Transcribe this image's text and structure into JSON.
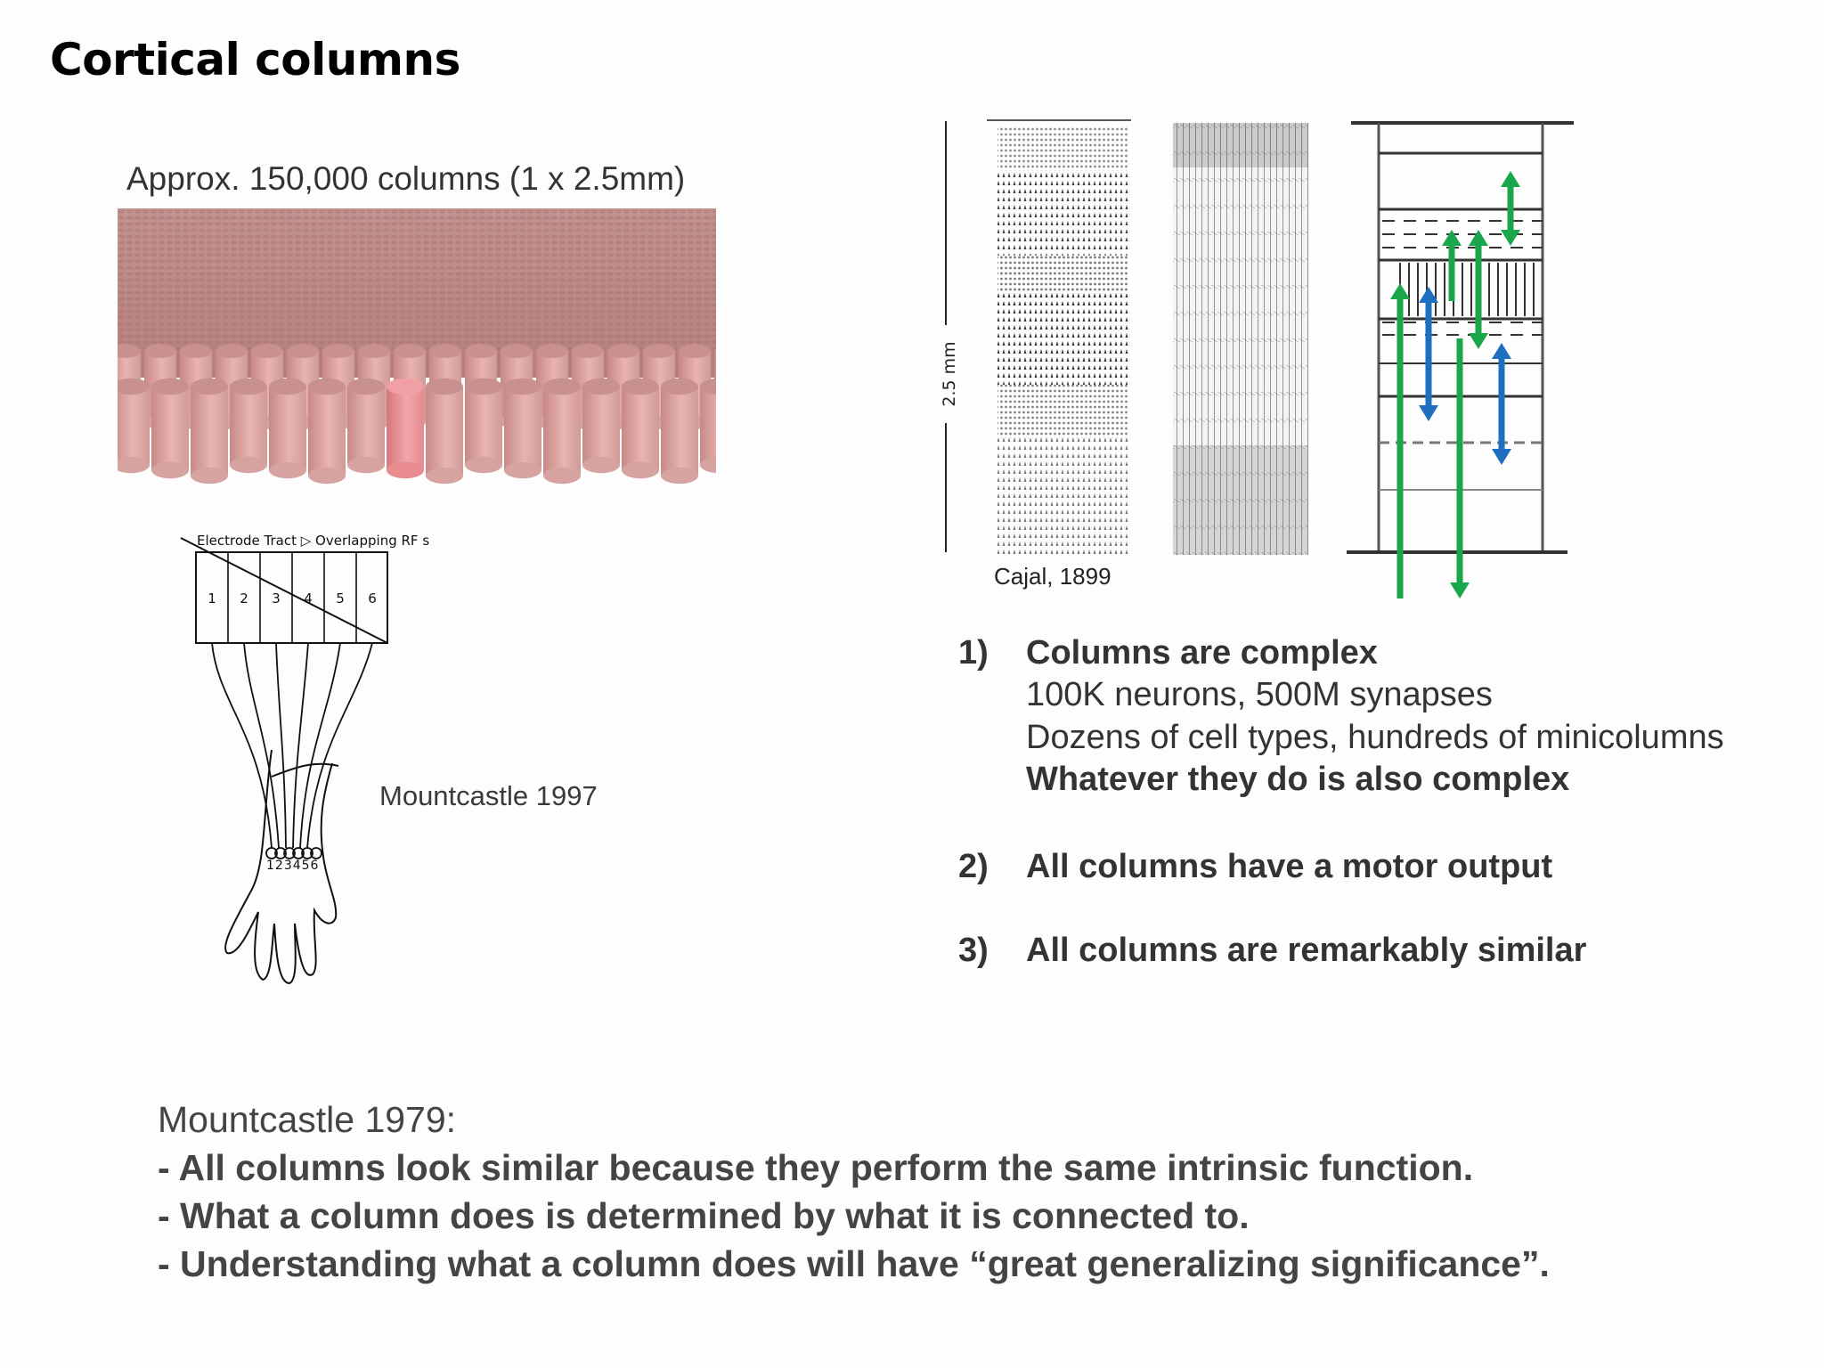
{
  "slide": {
    "title": "Cortical columns"
  },
  "columns_figure": {
    "caption": "Approx. 150,000 columns (1 x 2.5mm)",
    "column_color": "#d39a98",
    "highlight_color": "#e98c90"
  },
  "hand_figure": {
    "header": "Electrode Tract ▷ Overlapping RF s",
    "numbers": [
      "1",
      "2",
      "3",
      "4",
      "5",
      "6"
    ],
    "hand_numbers": "123456",
    "caption": "Mountcastle 1997"
  },
  "cajal_figure": {
    "scale_label": "2.5 mm",
    "caption": "Cajal, 1899",
    "arrow_colors": {
      "green": "#1aa64a",
      "blue": "#1f6fc0"
    }
  },
  "points": [
    {
      "num": "1)",
      "lines": [
        {
          "text": "Columns are complex",
          "bold": true
        },
        {
          "text": "100K neurons, 500M synapses",
          "bold": false
        },
        {
          "text": "Dozens of cell types, hundreds of minicolumns",
          "bold": false
        },
        {
          "text": "Whatever they do is also complex",
          "bold": true
        }
      ]
    },
    {
      "num": "2)",
      "lines": [
        {
          "text": "All columns have a motor output",
          "bold": true
        }
      ]
    },
    {
      "num": "3)",
      "lines": [
        {
          "text": "All columns are remarkably similar",
          "bold": true
        }
      ]
    }
  ],
  "bottom": {
    "heading": "Mountcastle 1979:",
    "bullets": [
      "- All columns look similar because they perform the same intrinsic function.",
      "- What a column does is determined by what it is connected to.",
      "- Understanding what a column does will have “great generalizing significance”."
    ]
  }
}
